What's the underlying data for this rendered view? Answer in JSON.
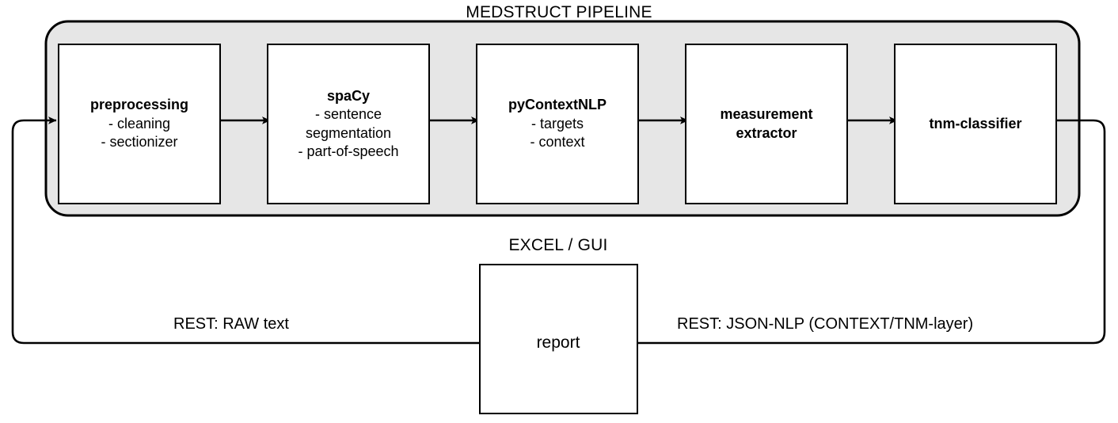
{
  "diagram": {
    "title": "MEDSTRUCT PIPELINE",
    "pipeline": {
      "container_color": "#e6e6e6",
      "stages": [
        {
          "name": "preprocessing",
          "bullets": [
            "- cleaning",
            "- sectionizer"
          ]
        },
        {
          "name": "spaCy",
          "bullets": [
            "- sentence",
            "segmentation",
            "- part-of-speech"
          ]
        },
        {
          "name": "pyContextNLP",
          "bullets": [
            "- targets",
            "- context"
          ]
        },
        {
          "name": "measurement",
          "name_line2": "extractor",
          "bullets": []
        },
        {
          "name": "tnm-classifier",
          "bullets": []
        }
      ]
    },
    "client": {
      "label": "EXCEL / GUI",
      "document_label": "report"
    },
    "edges": {
      "input_label": "REST: RAW text",
      "output_label": "REST: JSON-NLP (CONTEXT/TNM-layer)"
    }
  }
}
